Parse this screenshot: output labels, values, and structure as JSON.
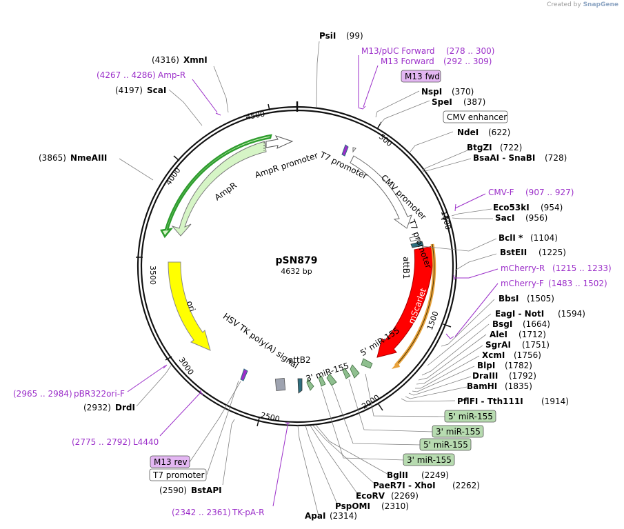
{
  "credit": {
    "prefix": "Created by",
    "brand": "SnapGene"
  },
  "plasmid": {
    "name": "pSN879",
    "length_label": "4632 bp"
  },
  "ruler": [
    "500",
    "1000",
    "1500",
    "2000",
    "2500",
    "3000",
    "3500",
    "4000",
    "4500"
  ],
  "sites": [
    {
      "name": "PsiI",
      "pos": "(99)"
    },
    {
      "name": "NspI",
      "pos": "(370)"
    },
    {
      "name": "SpeI",
      "pos": "(387)"
    },
    {
      "name": "NdeI",
      "pos": "(622)"
    },
    {
      "name": "BtgZI",
      "pos": "(722)"
    },
    {
      "name": "BsaAI - SnaBI",
      "pos": "(728)"
    },
    {
      "name": "Eco53kI",
      "pos": "(954)"
    },
    {
      "name": "SacI",
      "pos": "(956)"
    },
    {
      "name": "BclI *",
      "pos": "(1104)"
    },
    {
      "name": "BstEII",
      "pos": "(1225)"
    },
    {
      "name": "BbsI",
      "pos": "(1505)"
    },
    {
      "name": "EagI - NotI",
      "pos": "(1594)"
    },
    {
      "name": "BsgI",
      "pos": "(1664)"
    },
    {
      "name": "AleI",
      "pos": "(1712)"
    },
    {
      "name": "SgrAI",
      "pos": "(1751)"
    },
    {
      "name": "XcmI",
      "pos": "(1756)"
    },
    {
      "name": "BlpI",
      "pos": "(1782)"
    },
    {
      "name": "DraIII",
      "pos": "(1792)"
    },
    {
      "name": "BamHI",
      "pos": "(1835)"
    },
    {
      "name": "PflFI - Tth111I",
      "pos": "(1914)"
    },
    {
      "name": "BglII",
      "pos": "(2249)"
    },
    {
      "name": "PaeR7I - XhoI",
      "pos": "(2262)"
    },
    {
      "name": "EcoRV",
      "pos": "(2269)"
    },
    {
      "name": "PspOMI",
      "pos": "(2310)"
    },
    {
      "name": "ApaI",
      "pos": "(2314)"
    },
    {
      "name": "BstAPI",
      "pos": "(2590)"
    },
    {
      "name": "DrdI",
      "pos": "(2932)"
    },
    {
      "name": "NmeAIII",
      "pos": "(3865)"
    },
    {
      "name": "ScaI",
      "pos": "(4197)"
    },
    {
      "name": "XmnI",
      "pos": "(4316)"
    }
  ],
  "primers": [
    {
      "name": "M13/pUC Forward",
      "range": "(278 .. 300)"
    },
    {
      "name": "M13 Forward",
      "range": "(292 .. 309)"
    },
    {
      "name": "CMV-F",
      "range": "(907 .. 927)"
    },
    {
      "name": "mCherry-R",
      "range": "(1215 .. 1233)"
    },
    {
      "name": "mCherry-F",
      "range": "(1483 .. 1502)"
    },
    {
      "name": "pBR322ori-F",
      "range": "(2965 .. 2984)"
    },
    {
      "name": "L4440",
      "range": "(2775 .. 2792)"
    },
    {
      "name": "TK-pA-R",
      "range": "(2342 .. 2361)"
    },
    {
      "name": "Amp-R",
      "range": "(4267 .. 4286)"
    }
  ],
  "boxed": [
    "M13 fwd",
    "CMV enhancer",
    "5' miR-155",
    "3' miR-155",
    "5' miR-155",
    "3' miR-155",
    "M13 rev",
    "T7 promoter"
  ],
  "features": [
    "AmpR promoter",
    "AmpR",
    "T7 promoter",
    "CMV promoter",
    "T7 promoter",
    "attB1",
    "mScarlet",
    "ori",
    "HSV TK poly(A) signal",
    "attB2",
    "3' miR-155",
    "5' miR-155"
  ],
  "colors": {
    "backbone": "#111111",
    "ampr": "#ccf5cc",
    "ampr_outline": "#2e9d2e",
    "ori": "#ffff00",
    "mscarlet": "#ff0000",
    "primer": "#9b2ec9",
    "mirna": "#8fbf8f",
    "orf_bar": "#e8a23c",
    "promoter": "#ffffff"
  }
}
